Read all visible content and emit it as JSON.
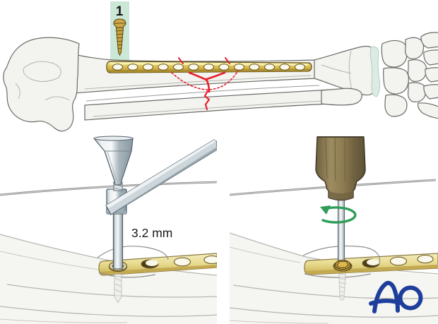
{
  "figure": {
    "overview": {
      "step_label": "1",
      "plate_hole_count": 13
    },
    "drill_panel": {
      "diameter_label": "3.2 mm"
    },
    "screw_panel": {
      "logo_text": "AO"
    }
  },
  "colors": {
    "fracture_red": "#e6202e",
    "highlight_green": "#cbe7d5",
    "plate_gold": "#d9bb4e",
    "plate_pale": "#e7d98c",
    "logo_blue": "#1e3e9c",
    "rotation_green": "#2f9d58",
    "handle_olive": "#8d7c51",
    "bone_fill": "#f3f3f0",
    "bone_outline": "#6b6b68"
  }
}
